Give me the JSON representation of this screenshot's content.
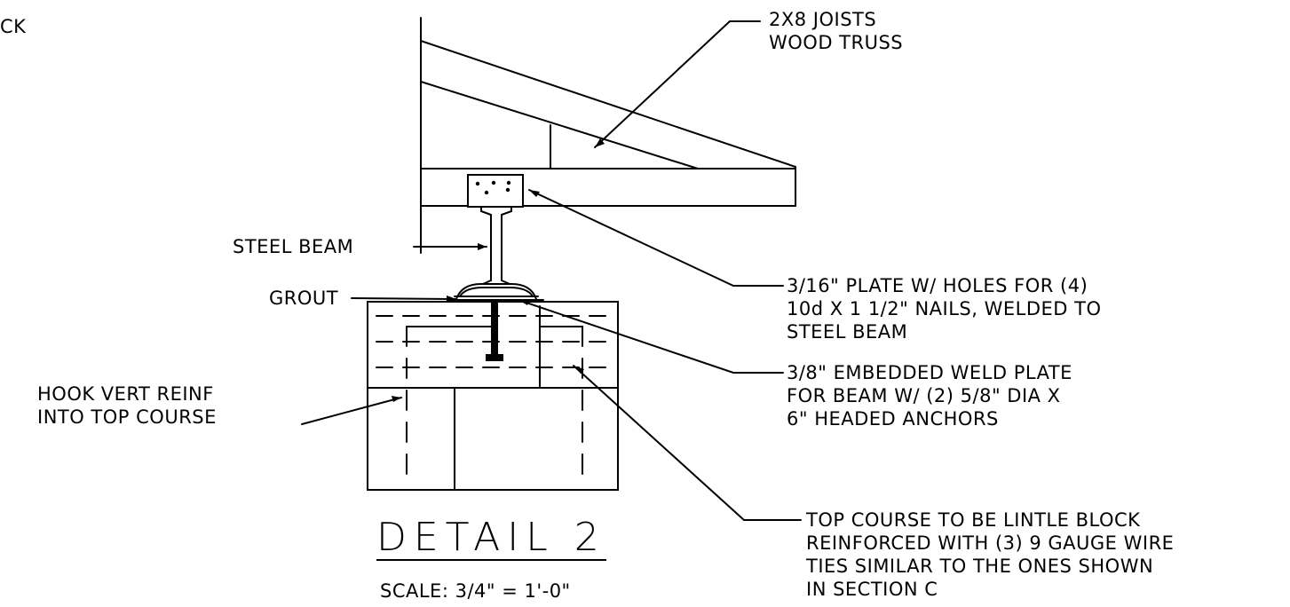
{
  "labels": {
    "block_fragment": "CK",
    "joists_line1": "2X8 JOISTS",
    "joists_line2": "WOOD TRUSS",
    "steel_beam": "STEEL BEAM",
    "grout": "GROUT",
    "plate_line1": "3/16\" PLATE W/ HOLES FOR (4)",
    "plate_line2": "10d X 1 1/2\" NAILS, WELDED TO",
    "plate_line3": "STEEL BEAM",
    "weld_line1": "3/8\" EMBEDDED WELD PLATE",
    "weld_line2": "FOR BEAM W/ (2) 5/8\" DIA X",
    "weld_line3": "6\" HEADED ANCHORS",
    "hook_line1": "HOOK VERT REINF",
    "hook_line2": "INTO TOP COURSE",
    "top_line1": "TOP COURSE TO BE LINTLE BLOCK",
    "top_line2": "REINFORCED WITH (3)  9 GAUGE WIRE",
    "top_line3": "TIES SIMILAR TO THE ONES SHOWN",
    "top_line4": "IN SECTION C"
  },
  "detail": {
    "title": "DETAIL 2",
    "scale": "SCALE:  3/4\"  =  1'-0\""
  }
}
